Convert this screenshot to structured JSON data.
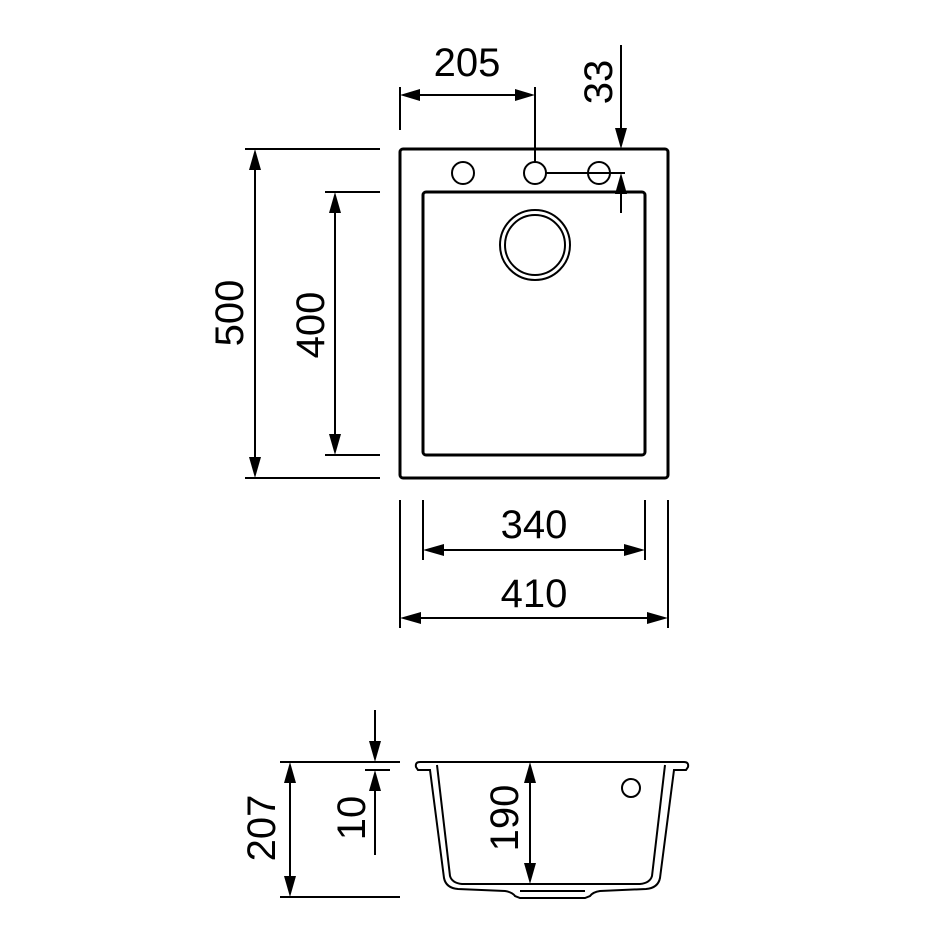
{
  "drawing": {
    "top_view": {
      "width_overall": "410",
      "width_bowl": "340",
      "depth_overall": "500",
      "depth_bowl": "400",
      "tap_hole_offset": "205",
      "tap_hole_edge_distance": "33"
    },
    "side_view": {
      "height_overall": "207",
      "rim_thickness": "10",
      "bowl_depth": "190"
    },
    "line_color": "#000000"
  }
}
